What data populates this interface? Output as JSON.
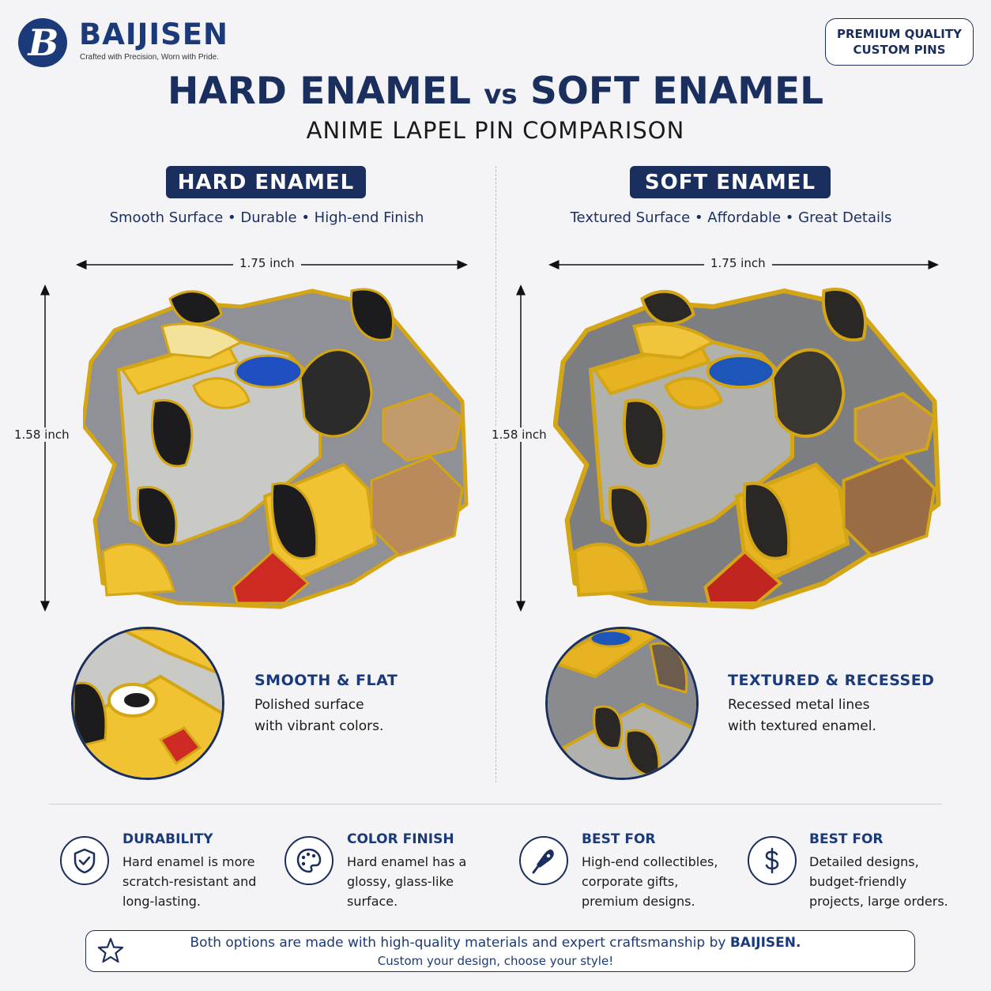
{
  "brand": {
    "name": "BAIJISEN",
    "logo_letter": "B",
    "tagline": "Crafted with Precision, Worn with Pride.",
    "badge_line1": "PREMIUM QUALITY",
    "badge_line2": "CUSTOM PINS"
  },
  "heading": {
    "title_a": "HARD ENAMEL",
    "title_vs": "vs",
    "title_b": "SOFT ENAMEL",
    "subtitle": "ANIME LAPEL PIN COMPARISON"
  },
  "hard": {
    "label": "HARD ENAMEL",
    "features": "Smooth Surface • Durable • High-end Finish",
    "width_label": "1.75 inch",
    "height_label": "1.58 inch",
    "zoom_title": "SMOOTH & FLAT",
    "zoom_line1": "Polished surface",
    "zoom_line2": "with vibrant colors."
  },
  "soft": {
    "label": "SOFT ENAMEL",
    "features": "Textured Surface • Affordable • Great Details",
    "width_label": "1.75 inch",
    "height_label": "1.58 inch",
    "zoom_title": "TEXTURED & RECESSED",
    "zoom_line1": "Recessed metal lines",
    "zoom_line2": "with textured enamel."
  },
  "info": [
    {
      "icon": "shield-check-icon",
      "title": "DURABILITY",
      "lines": [
        "Hard enamel is more",
        "scratch-resistant and",
        "long-lasting."
      ]
    },
    {
      "icon": "palette-icon",
      "title": "COLOR FINISH",
      "lines": [
        "Hard enamel has a",
        "glossy, glass-like",
        "surface."
      ]
    },
    {
      "icon": "pen-nib-icon",
      "title": "BEST FOR",
      "lines": [
        "High-end collectibles,",
        "corporate gifts,",
        "premium designs."
      ]
    },
    {
      "icon": "dollar-icon",
      "title": "BEST FOR",
      "lines": [
        "Detailed designs,",
        "budget-friendly",
        "projects, large orders."
      ]
    }
  ],
  "footer": {
    "line1_text": "Both options are made with high-quality materials and expert craftsmanship by",
    "line1_brand": "BAIJISEN.",
    "line2": "Custom your design, choose your style!",
    "icon": "star-icon"
  },
  "colors": {
    "navy": "#1b2f5e",
    "gold": "#e0b41c",
    "enamel_yellow": "#f1c232",
    "enamel_red": "#cc2a22",
    "enamel_grey": "#8f9196",
    "enamel_black": "#1c1c1e",
    "enamel_blue": "#1f4fc1"
  }
}
